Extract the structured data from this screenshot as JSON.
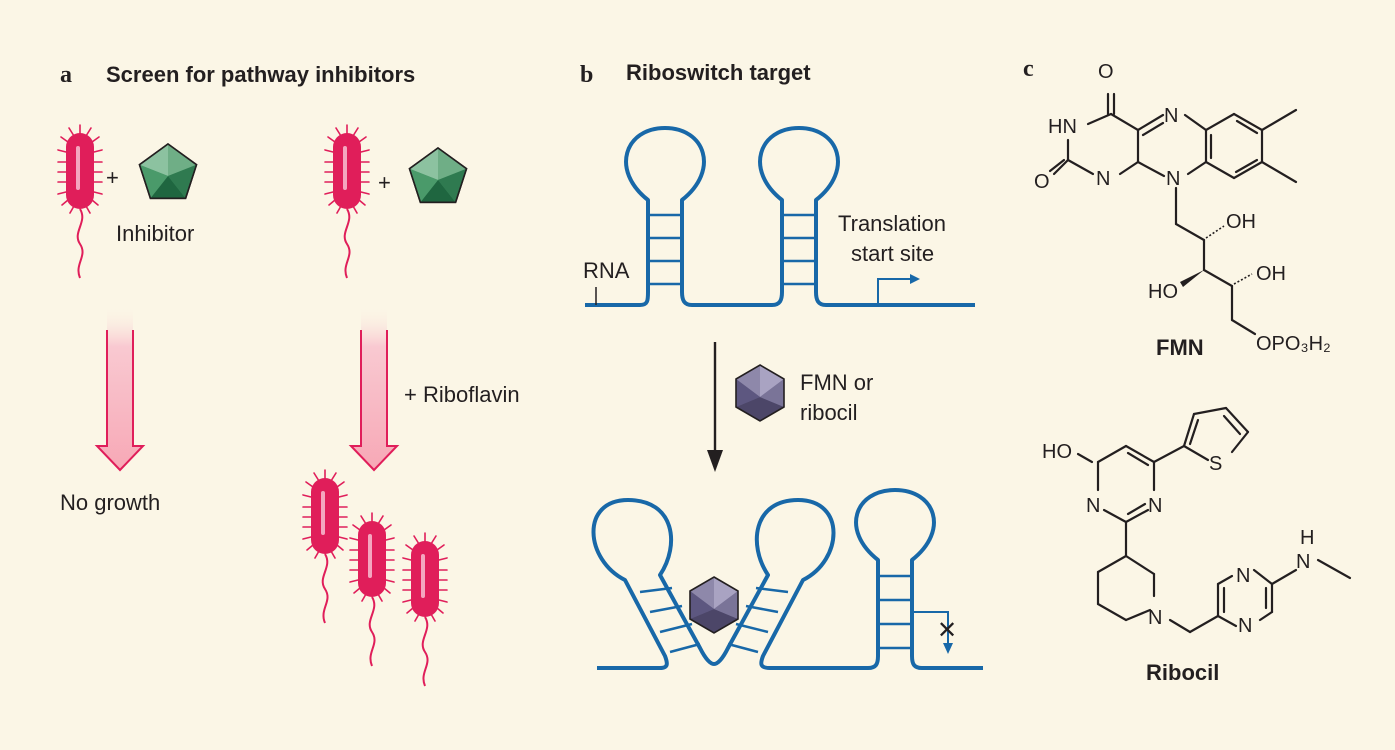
{
  "panel_a": {
    "letter": "a",
    "title": "Screen for pathway inhibitors",
    "plus_left": "+",
    "plus_right": "+",
    "inhibitor_label": "Inhibitor",
    "no_growth": "No growth",
    "riboflavin": "+ Riboflavin"
  },
  "panel_b": {
    "letter": "b",
    "title": "Riboswitch target",
    "rna_label": "RNA",
    "translation_line1": "Translation",
    "translation_line2": "start site",
    "ligand_line1": "FMN or",
    "ligand_line2": "ribocil",
    "blocked_mark": "✕"
  },
  "panel_c": {
    "letter": "c",
    "fmn": {
      "name": "FMN",
      "O_top": "O",
      "HN": "HN",
      "O_left": "O",
      "N_top": "N",
      "N_ring": "N",
      "N_bottom": "N",
      "OH1": "OH",
      "HO": "HO",
      "OH2": "OH",
      "OPO3H2": "OPO₃H₂"
    },
    "ribocil": {
      "name": "Ribocil",
      "HO": "HO",
      "S": "S",
      "N1": "N",
      "N2": "N",
      "N_pip": "N",
      "H": "H",
      "N3": "N",
      "N4": "N",
      "N5": "N"
    }
  },
  "colors": {
    "bacteria": "#e01e5a",
    "inhibitor": "#2f7a50",
    "rna": "#1868a8",
    "ligand": "#6a6488",
    "arrow": "#f6a7b6",
    "background": "#fbf6e6"
  }
}
